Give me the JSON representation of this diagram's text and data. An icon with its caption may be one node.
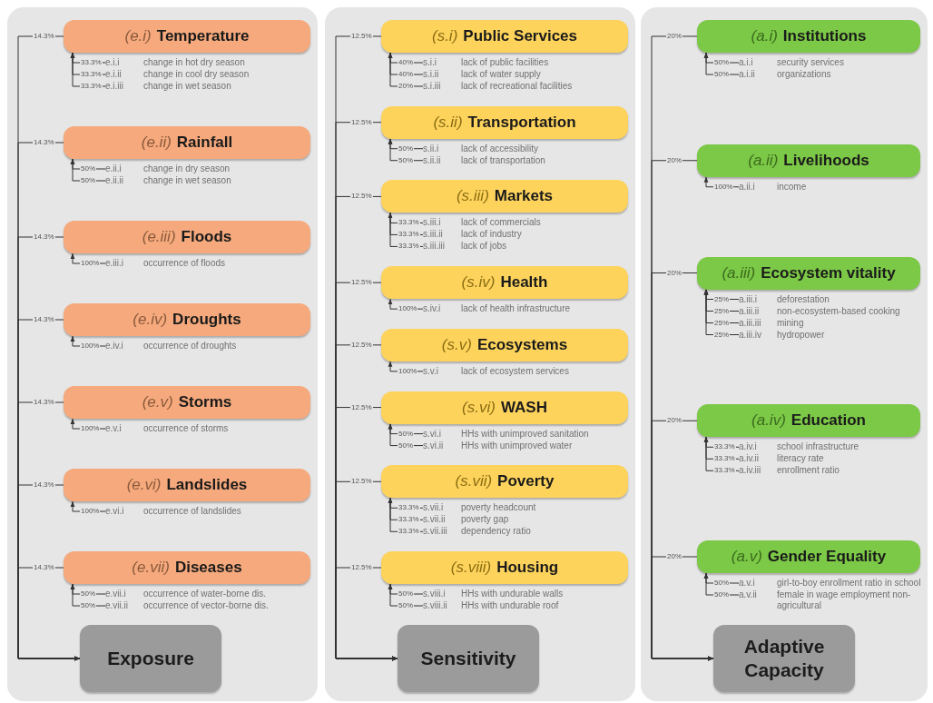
{
  "diagram": {
    "nodes": [
      {
        "text": [
          "(e.i)",
          "Temperature"
        ]
      },
      {
        "text": [
          "e.i.i",
          "change in hot dry season"
        ]
      },
      {
        "text": [
          "e.i.ii",
          "change in cool dry season"
        ]
      },
      {
        "text": [
          "e.i.iii",
          "change in wet season"
        ]
      },
      {
        "text": [
          "(e.ii)",
          "Rainfall"
        ]
      },
      {
        "text": [
          "e.ii.i",
          "change in dry season"
        ]
      },
      {
        "text": [
          "e.ii.ii",
          "change in wet season"
        ]
      },
      {
        "text": [
          "(e.iii)",
          "Floods"
        ]
      },
      {
        "text": [
          "e.iii.i",
          "occurrence of floods"
        ]
      },
      {
        "text": [
          "(e.iv)",
          "Droughts"
        ]
      },
      {
        "text": [
          "e.iv.i",
          "occurrence of droughts"
        ]
      },
      {
        "text": [
          "(e.v)",
          "Storms"
        ]
      },
      {
        "text": [
          "e.v.i",
          "occurrence of storms"
        ]
      },
      {
        "text": [
          "(e.vi)",
          "Landslides"
        ]
      },
      {
        "text": [
          "e.vi.i",
          "occurrence of landslides"
        ]
      },
      {
        "text": [
          "(e.vii)",
          "Diseases"
        ]
      },
      {
        "text": [
          "e.vii.i",
          "occurrence of water-borne dis."
        ]
      },
      {
        "text": [
          "e.vii.ii",
          "occurrence of vector-borne dis."
        ]
      },
      {
        "text": [
          "Exposure"
        ]
      },
      {
        "text": [
          "(s.i)",
          "Public Services"
        ]
      },
      {
        "text": [
          "s.i.i",
          "lack of public facilities"
        ]
      },
      {
        "text": [
          "s.i.ii",
          "lack of water supply"
        ]
      },
      {
        "text": [
          "s.i.iii",
          "lack of recreational facilities"
        ]
      },
      {
        "text": [
          "(s.ii)",
          "Transportation"
        ]
      },
      {
        "text": [
          "s.ii.i",
          "lack of accessibility"
        ]
      },
      {
        "text": [
          "s.ii.ii",
          "lack of transportation"
        ]
      },
      {
        "text": [
          "(s.iii)",
          "Markets"
        ]
      },
      {
        "text": [
          "s.iii.i",
          "lack of commercials"
        ]
      },
      {
        "text": [
          "s.iii.ii",
          "lack of industry"
        ]
      },
      {
        "text": [
          "s.iii.iii",
          "lack of jobs"
        ]
      },
      {
        "text": [
          "(s.iv)",
          "Health"
        ]
      },
      {
        "text": [
          "s.iv.i",
          "lack of health infrastructure"
        ]
      },
      {
        "text": [
          "(s.v)",
          "Ecosystems"
        ]
      },
      {
        "text": [
          "s.v.i",
          "lack of ecosystem services"
        ]
      },
      {
        "text": [
          "(s.vi)",
          "WASH"
        ]
      },
      {
        "text": [
          "s.vi.i",
          "HHs with unimproved sanitation"
        ]
      },
      {
        "text": [
          "s.vi.ii",
          "HHs with unimproved water"
        ]
      },
      {
        "text": [
          "(s.vii)",
          "Poverty"
        ]
      },
      {
        "text": [
          "s.vii.i",
          "poverty headcount"
        ]
      },
      {
        "text": [
          "s.vii.ii",
          "poverty gap"
        ]
      },
      {
        "text": [
          "s.vii.iii",
          "dependency ratio"
        ]
      },
      {
        "text": [
          "(s.viii)",
          "Housing"
        ]
      },
      {
        "text": [
          "s.viii.i",
          "HHs with undurable walls"
        ]
      },
      {
        "text": [
          "s.viii.ii",
          "HHs with undurable roof"
        ]
      },
      {
        "text": [
          "Sensitivity"
        ]
      },
      {
        "text": [
          "(a.i)",
          "Institutions"
        ]
      },
      {
        "text": [
          "a.i.i",
          "security services"
        ]
      },
      {
        "text": [
          "a.i.ii",
          "organizations"
        ]
      },
      {
        "text": [
          "(a.ii)",
          "Livelihoods"
        ]
      },
      {
        "text": [
          "a.ii.i",
          "income"
        ]
      },
      {
        "text": [
          "(a.iii)",
          "Ecosystem vitality"
        ]
      },
      {
        "text": [
          "a.iii.i",
          "deforestation"
        ]
      },
      {
        "text": [
          "a.iii.ii",
          "non-ecosystem-based cooking"
        ]
      },
      {
        "text": [
          "a.iii.iii",
          "mining"
        ]
      },
      {
        "text": [
          "a.iii.iv",
          "hydropower"
        ]
      },
      {
        "text": [
          "(a.iv)",
          "Education"
        ]
      },
      {
        "text": [
          "a.iv.i",
          "school infrastructure"
        ]
      },
      {
        "text": [
          "a.iv.ii",
          "literacy rate"
        ]
      },
      {
        "text": [
          "a.iv.iii",
          "enrollment ratio"
        ]
      },
      {
        "text": [
          "(a.v)",
          "Gender Equality"
        ]
      },
      {
        "text": [
          "a.v.i",
          "girl-to-boy enrollment ratio in school"
        ]
      },
      {
        "text": [
          "a.v.ii",
          "female in wage employment non-agricultural"
        ]
      },
      {
        "text": [
          "Adaptive Capacity"
        ]
      }
    ],
    "edges": [
      {
        "from": 1,
        "to": 0,
        "arrow": "to",
        "label": "33.3%"
      },
      {
        "from": 2,
        "to": 0,
        "arrow": "to",
        "label": "33.3%"
      },
      {
        "from": 3,
        "to": 0,
        "arrow": "to",
        "label": "33.3%"
      },
      {
        "from": 0,
        "to": 18,
        "arrow": "to",
        "label": "14.3%"
      },
      {
        "from": 5,
        "to": 4,
        "arrow": "to",
        "label": "50%"
      },
      {
        "from": 6,
        "to": 4,
        "arrow": "to",
        "label": "50%"
      },
      {
        "from": 4,
        "to": 18,
        "arrow": "to",
        "label": "14.3%"
      },
      {
        "from": 8,
        "to": 7,
        "arrow": "to",
        "label": "100%"
      },
      {
        "from": 7,
        "to": 18,
        "arrow": "to",
        "label": "14.3%"
      },
      {
        "from": 10,
        "to": 9,
        "arrow": "to",
        "label": "100%"
      },
      {
        "from": 9,
        "to": 18,
        "arrow": "to",
        "label": "14.3%"
      },
      {
        "from": 12,
        "to": 11,
        "arrow": "to",
        "label": "100%"
      },
      {
        "from": 11,
        "to": 18,
        "arrow": "to",
        "label": "14.3%"
      },
      {
        "from": 14,
        "to": 13,
        "arrow": "to",
        "label": "100%"
      },
      {
        "from": 13,
        "to": 18,
        "arrow": "to",
        "label": "14.3%"
      },
      {
        "from": 16,
        "to": 15,
        "arrow": "to",
        "label": "50%"
      },
      {
        "from": 17,
        "to": 15,
        "arrow": "to",
        "label": "50%"
      },
      {
        "from": 15,
        "to": 18,
        "arrow": "to",
        "label": "14.3%"
      },
      {
        "from": 20,
        "to": 19,
        "arrow": "to",
        "label": "40%"
      },
      {
        "from": 21,
        "to": 19,
        "arrow": "to",
        "label": "40%"
      },
      {
        "from": 22,
        "to": 19,
        "arrow": "to",
        "label": "20%"
      },
      {
        "from": 19,
        "to": 44,
        "arrow": "to",
        "label": "12.5%"
      },
      {
        "from": 24,
        "to": 23,
        "arrow": "to",
        "label": "50%"
      },
      {
        "from": 25,
        "to": 23,
        "arrow": "to",
        "label": "50%"
      },
      {
        "from": 23,
        "to": 44,
        "arrow": "to",
        "label": "12.5%"
      },
      {
        "from": 27,
        "to": 26,
        "arrow": "to",
        "label": "33.3%"
      },
      {
        "from": 28,
        "to": 26,
        "arrow": "to",
        "label": "33.3%"
      },
      {
        "from": 29,
        "to": 26,
        "arrow": "to",
        "label": "33.3%"
      },
      {
        "from": 26,
        "to": 44,
        "arrow": "to",
        "label": "12.5%"
      },
      {
        "from": 31,
        "to": 30,
        "arrow": "to",
        "label": "100%"
      },
      {
        "from": 30,
        "to": 44,
        "arrow": "to",
        "label": "12.5%"
      },
      {
        "from": 33,
        "to": 32,
        "arrow": "to",
        "label": "100%"
      },
      {
        "from": 32,
        "to": 44,
        "arrow": "to",
        "label": "12.5%"
      },
      {
        "from": 35,
        "to": 34,
        "arrow": "to",
        "label": "50%"
      },
      {
        "from": 36,
        "to": 34,
        "arrow": "to",
        "label": "50%"
      },
      {
        "from": 34,
        "to": 44,
        "arrow": "to",
        "label": "12.5%"
      },
      {
        "from": 38,
        "to": 37,
        "arrow": "to",
        "label": "33.3%"
      },
      {
        "from": 39,
        "to": 37,
        "arrow": "to",
        "label": "33.3%"
      },
      {
        "from": 40,
        "to": 37,
        "arrow": "to",
        "label": "33.3%"
      },
      {
        "from": 37,
        "to": 44,
        "arrow": "to",
        "label": "12.5%"
      },
      {
        "from": 42,
        "to": 41,
        "arrow": "to",
        "label": "50%"
      },
      {
        "from": 43,
        "to": 41,
        "arrow": "to",
        "label": "50%"
      },
      {
        "from": 41,
        "to": 44,
        "arrow": "to",
        "label": "12.5%"
      },
      {
        "from": 46,
        "to": 45,
        "arrow": "to",
        "label": "50%"
      },
      {
        "from": 47,
        "to": 45,
        "arrow": "to",
        "label": "50%"
      },
      {
        "from": 45,
        "to": 62,
        "arrow": "to",
        "label": "20%"
      },
      {
        "from": 49,
        "to": 48,
        "arrow": "to",
        "label": "100%"
      },
      {
        "from": 48,
        "to": 62,
        "arrow": "to",
        "label": "20%"
      },
      {
        "from": 51,
        "to": 50,
        "arrow": "to",
        "label": "25%"
      },
      {
        "from": 52,
        "to": 50,
        "arrow": "to",
        "label": "25%"
      },
      {
        "from": 53,
        "to": 50,
        "arrow": "to",
        "label": "25%"
      },
      {
        "from": 54,
        "to": 50,
        "arrow": "to",
        "label": "25%"
      },
      {
        "from": 50,
        "to": 62,
        "arrow": "to",
        "label": "20%"
      },
      {
        "from": 56,
        "to": 55,
        "arrow": "to",
        "label": "33.3%"
      },
      {
        "from": 57,
        "to": 55,
        "arrow": "to",
        "label": "33.3%"
      },
      {
        "from": 58,
        "to": 55,
        "arrow": "to",
        "label": "33.3%"
      },
      {
        "from": 55,
        "to": 62,
        "arrow": "to",
        "label": "20%"
      },
      {
        "from": 60,
        "to": 59,
        "arrow": "to",
        "label": "50%"
      },
      {
        "from": 61,
        "to": 59,
        "arrow": "to",
        "label": "50%"
      },
      {
        "from": 59,
        "to": 62,
        "arrow": "to",
        "label": "20%"
      }
    ]
  }
}
